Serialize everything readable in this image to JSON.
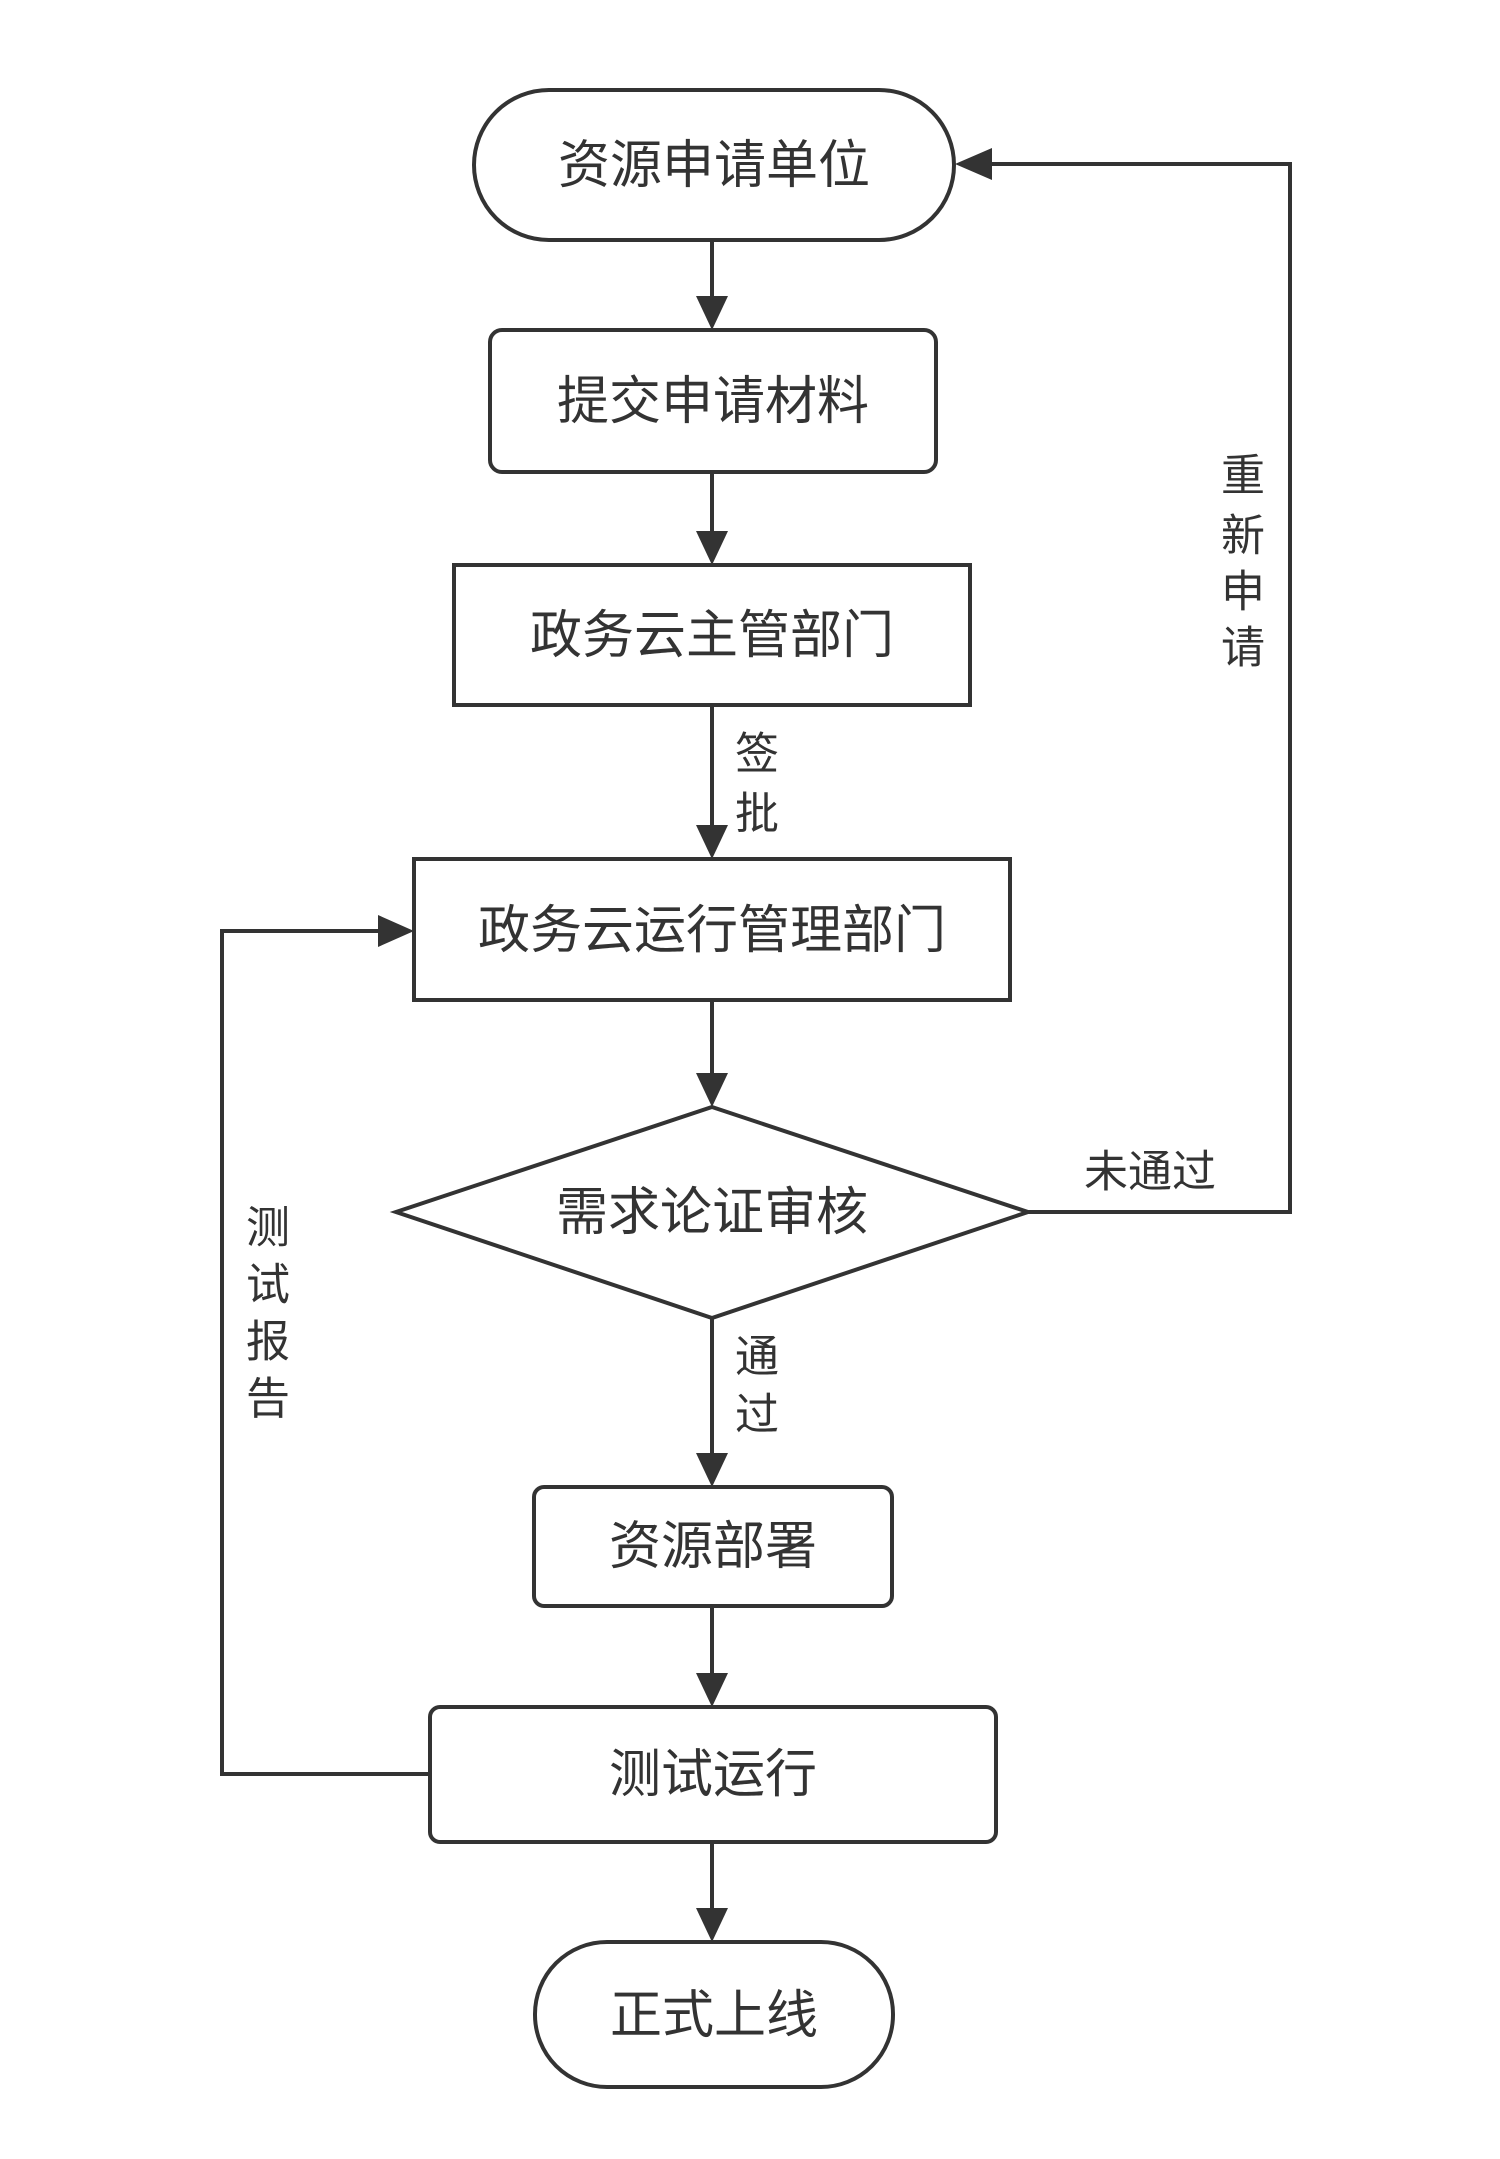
{
  "nodes": {
    "applicant": "资源申请单位",
    "submit": "提交申请材料",
    "supervisor": "政务云主管部门",
    "operator": "政务云运行管理部门",
    "review": "需求论证审核",
    "deploy": "资源部署",
    "trial": "测试运行",
    "launch": "正式上线"
  },
  "edge_labels": {
    "approve": [
      "签",
      "批"
    ],
    "pass": [
      "通",
      "过"
    ],
    "fail": "未通过",
    "reapply": [
      "重",
      "新",
      "申",
      "请"
    ],
    "test_report": [
      "测",
      "试",
      "报",
      "告"
    ]
  }
}
